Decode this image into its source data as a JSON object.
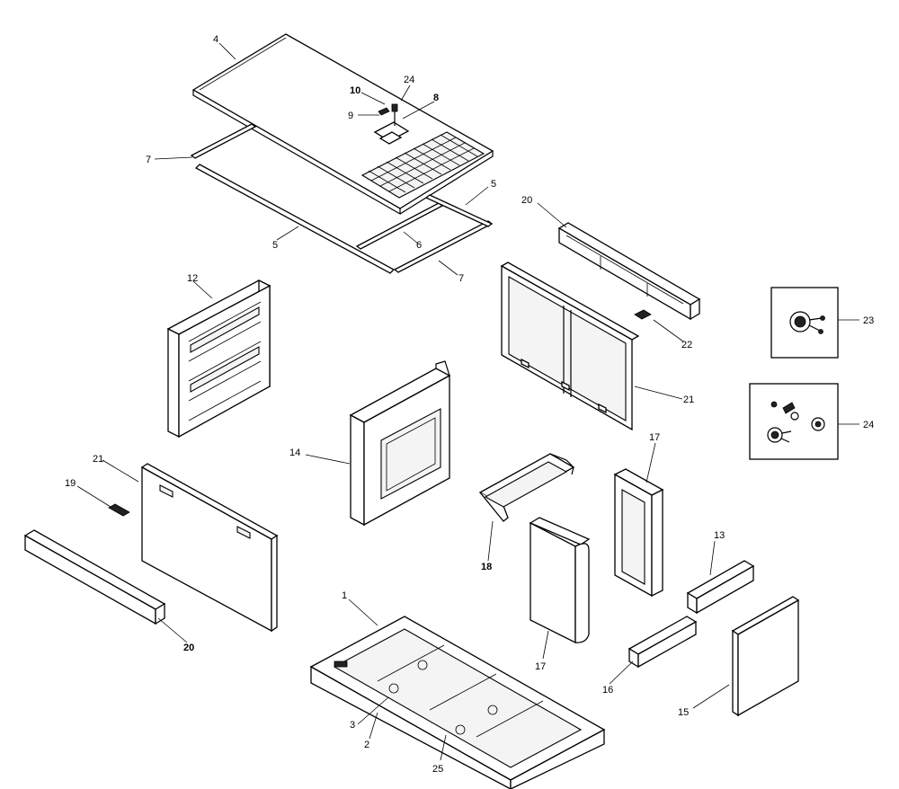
{
  "callouts": [
    {
      "id": "c4",
      "text": "4"
    },
    {
      "id": "c24a",
      "text": "24"
    },
    {
      "id": "c10",
      "text": "10"
    },
    {
      "id": "c8",
      "text": "8"
    },
    {
      "id": "c9",
      "text": "9"
    },
    {
      "id": "c7a",
      "text": "7"
    },
    {
      "id": "c5a",
      "text": "5"
    },
    {
      "id": "c5b",
      "text": "5"
    },
    {
      "id": "c6",
      "text": "6"
    },
    {
      "id": "c7b",
      "text": "7"
    },
    {
      "id": "c20a",
      "text": "20"
    },
    {
      "id": "c12",
      "text": "12"
    },
    {
      "id": "c22",
      "text": "22"
    },
    {
      "id": "c23",
      "text": "23"
    },
    {
      "id": "c21a",
      "text": "21"
    },
    {
      "id": "c24b",
      "text": "24"
    },
    {
      "id": "c14",
      "text": "14"
    },
    {
      "id": "c17a",
      "text": "17"
    },
    {
      "id": "c21b",
      "text": "21"
    },
    {
      "id": "c19",
      "text": "19"
    },
    {
      "id": "c18",
      "text": "18"
    },
    {
      "id": "c13",
      "text": "13"
    },
    {
      "id": "c20b",
      "text": "20"
    },
    {
      "id": "c1",
      "text": "1"
    },
    {
      "id": "c17b",
      "text": "17"
    },
    {
      "id": "c16",
      "text": "16"
    },
    {
      "id": "c3",
      "text": "3"
    },
    {
      "id": "c15",
      "text": "15"
    },
    {
      "id": "c2",
      "text": "2"
    },
    {
      "id": "c25",
      "text": "25"
    }
  ]
}
